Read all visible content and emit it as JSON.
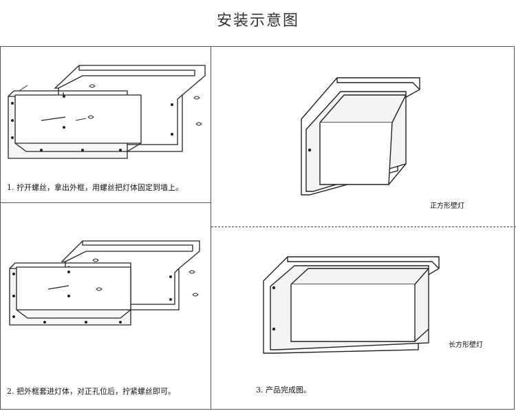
{
  "title": "安装示意图",
  "panels": {
    "step1": {
      "caption": "1. 拧开螺丝，拿出外框，用螺丝把灯体固定到墙上。"
    },
    "step2": {
      "caption": "2. 把外框套进灯体，对正孔位后，拧紧螺丝即可。"
    },
    "step3": {
      "caption": "3. 产品完成图。",
      "square_label": "正方形壁灯",
      "rect_label": "长方形壁灯"
    }
  }
}
